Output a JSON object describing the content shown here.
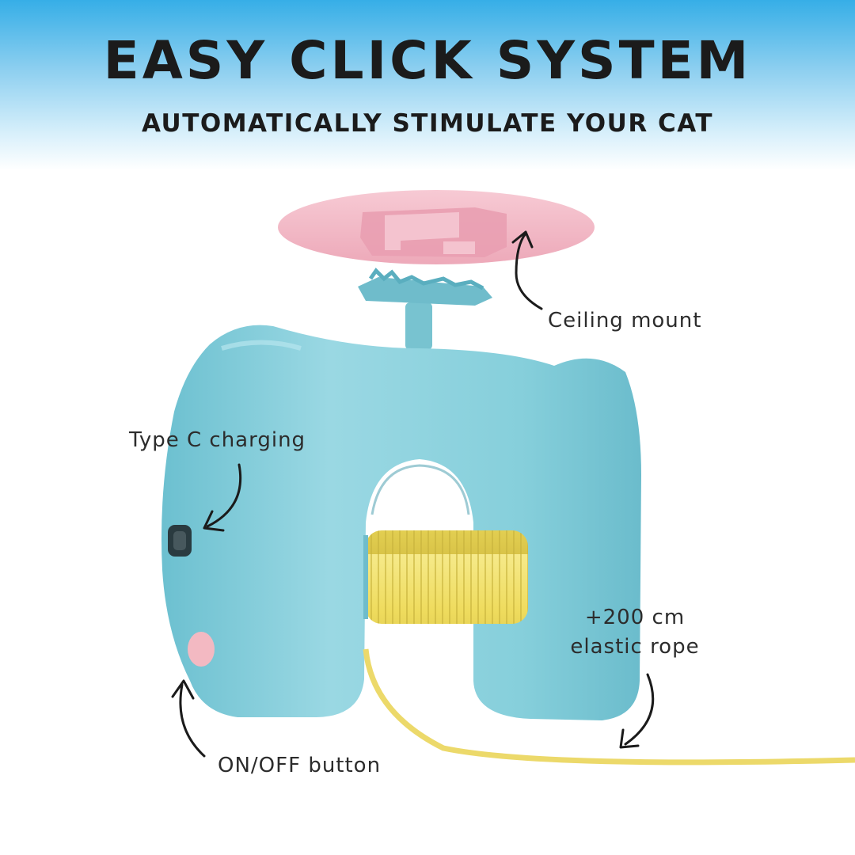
{
  "header": {
    "title": "EASY CLICK SYSTEM",
    "subtitle": "AUTOMATICALLY STIMULATE YOUR CAT"
  },
  "callouts": {
    "ceiling_mount": "Ceiling mount",
    "type_c": "Type C charging",
    "rope_line1": "+200 cm",
    "rope_line2": "elastic rope",
    "on_off": "ON/OFF button"
  },
  "colors": {
    "banner_top": "#36aee7",
    "toy_body": "#86cfdb",
    "mount_plate": "#f2b9c6",
    "spring": "#f1e16a",
    "text": "#1b1b1b"
  },
  "icons": [
    "curved-arrow-icon"
  ]
}
